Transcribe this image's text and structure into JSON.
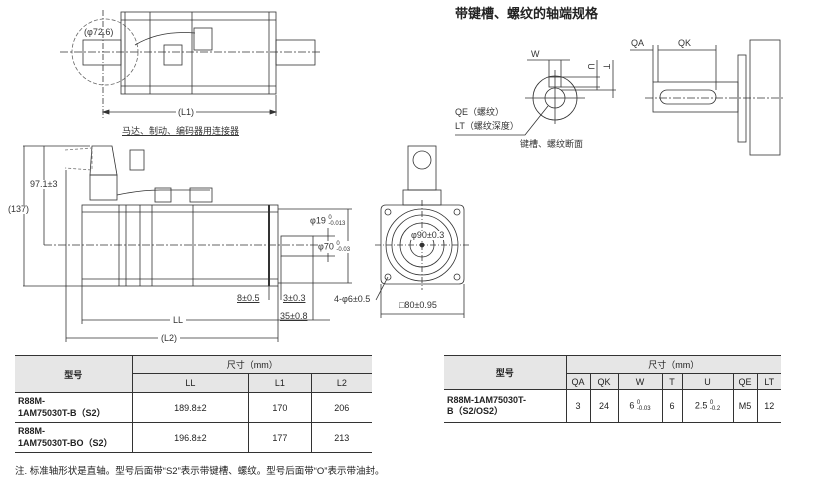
{
  "shaft_spec_title": "带键槽、螺纹的轴端规格",
  "top_view": {
    "diameter_label": "(φ72.6)",
    "l1_label": "(L1)"
  },
  "side_view": {
    "connector_label": "马达、制动、编码器用连接器",
    "height_971": "97.1±3",
    "height_137": "(137)",
    "dim_8": "8±0.5",
    "dim_3": "3±0.3",
    "dim_35": "35±0.8",
    "ll_label": "LL",
    "l2_label": "(L2)",
    "phi19": "φ19",
    "phi19_tol_upper": "0",
    "phi19_tol_lower": "-0.013",
    "phi70": "φ70",
    "phi70_tol_upper": "0",
    "phi70_tol_lower": "-0.03"
  },
  "front_view": {
    "phi90": "φ90±0.3",
    "holes": "4-φ6±0.5",
    "square": "□80±0.95"
  },
  "shaft_detail": {
    "w": "W",
    "u": "U",
    "t": "T",
    "qa": "QA",
    "qk": "QK",
    "qe_label": "QE（螺纹）",
    "lt_label": "LT（螺纹深度）",
    "section_label": "键槽、螺纹断面"
  },
  "table1": {
    "model_header": "型号",
    "dim_header": "尺寸（mm）",
    "columns": [
      "LL",
      "L1",
      "L2"
    ],
    "rows": [
      {
        "model_line1": "R88M-",
        "model_line2": "1AM75030T-B（S2）",
        "values": [
          "189.8±2",
          "170",
          "206"
        ]
      },
      {
        "model_line1": "R88M-",
        "model_line2": "1AM75030T-BO（S2）",
        "values": [
          "196.8±2",
          "177",
          "213"
        ]
      }
    ]
  },
  "table2": {
    "model_header": "型号",
    "dim_header": "尺寸（mm）",
    "columns": [
      "QA",
      "QK",
      "W",
      "T",
      "U",
      "QE",
      "LT"
    ],
    "row": {
      "model_line1": "R88M-1AM75030T-",
      "model_line2": "B（S2/OS2）",
      "qa": "3",
      "qk": "24",
      "w": "6",
      "w_tol_upper": "0",
      "w_tol_lower": "-0.03",
      "t": "6",
      "u": "2.5",
      "u_tol_upper": "0",
      "u_tol_lower": "-0.2",
      "qe": "M5",
      "lt": "12"
    }
  },
  "note": "注. 标准轴形状是直轴。型号后面带“S2”表示带键槽、螺纹。型号后面带“O”表示带油封。"
}
